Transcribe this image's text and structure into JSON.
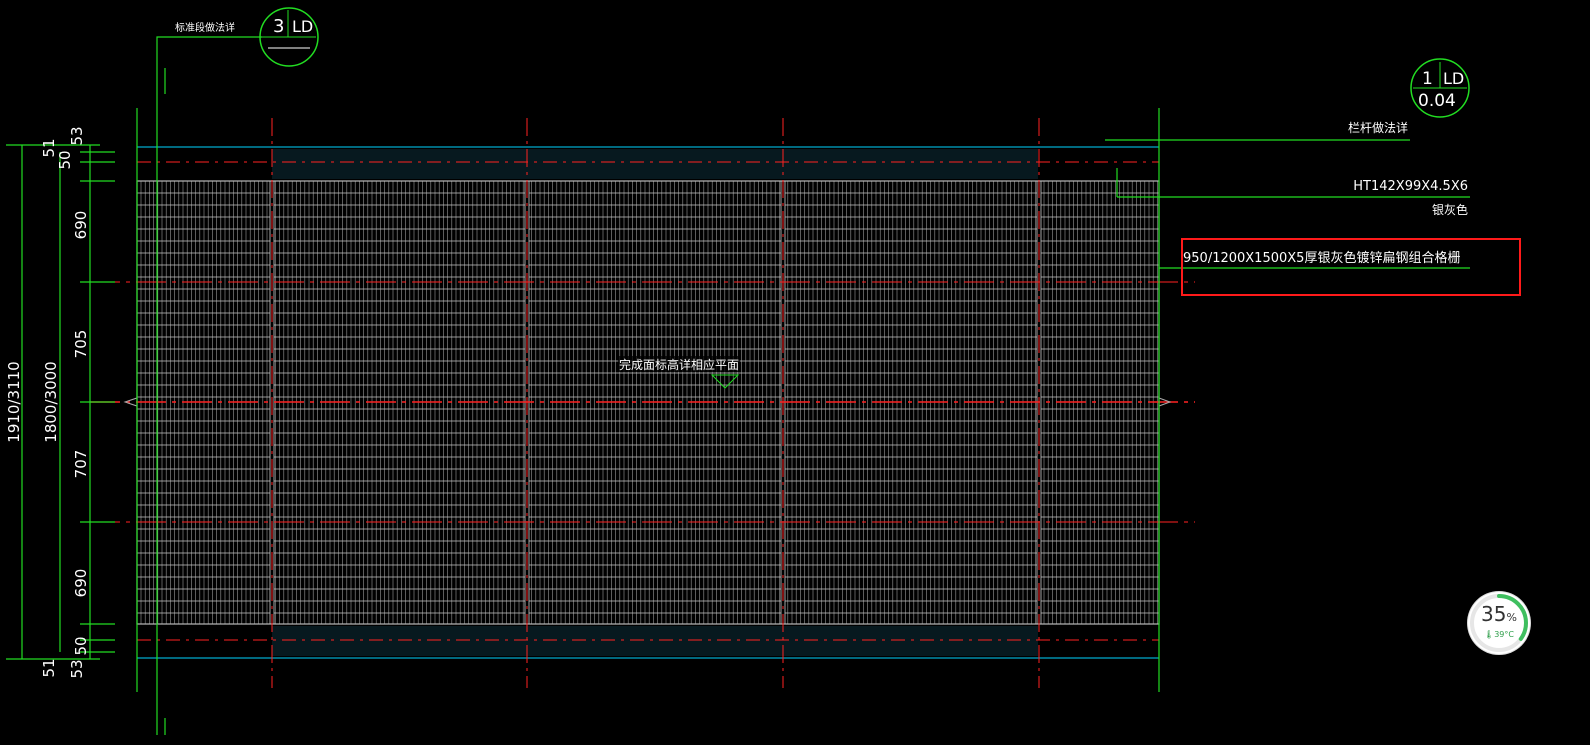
{
  "drawing": {
    "detail_callout_top": {
      "number": "3",
      "sheet": "LD",
      "label": "标准段做法详"
    },
    "detail_callout_right": {
      "number": "1",
      "sheet": "LD",
      "sub": "0.04"
    },
    "annotations": {
      "railing": "栏杆做法详",
      "profile": "HT142X99X4.5X6",
      "profile_color": "银灰色",
      "grating": "950/1200X1500X5厚银灰色镀锌扁钢组合格栅",
      "elevation_note": "完成面标高详相应平面"
    },
    "dims_outer": {
      "total": "1910/3110",
      "top": "51",
      "bottom": "51"
    },
    "dims_middle": {
      "total": "1800/3000"
    },
    "dims_inner": {
      "top1": "53",
      "top2": "50",
      "a": "690",
      "b": "705",
      "c": "707",
      "d": "690",
      "bot1": "50",
      "bot2": "53"
    },
    "colors": {
      "dim_line": "#22dd22",
      "axis": "#ff2222",
      "grid": "#a8a8a8",
      "edge": "#00d4ff",
      "highlight": "#ff1a1a"
    }
  },
  "widget": {
    "percent": "35",
    "percent_unit": "%",
    "temperature": "39°C"
  }
}
